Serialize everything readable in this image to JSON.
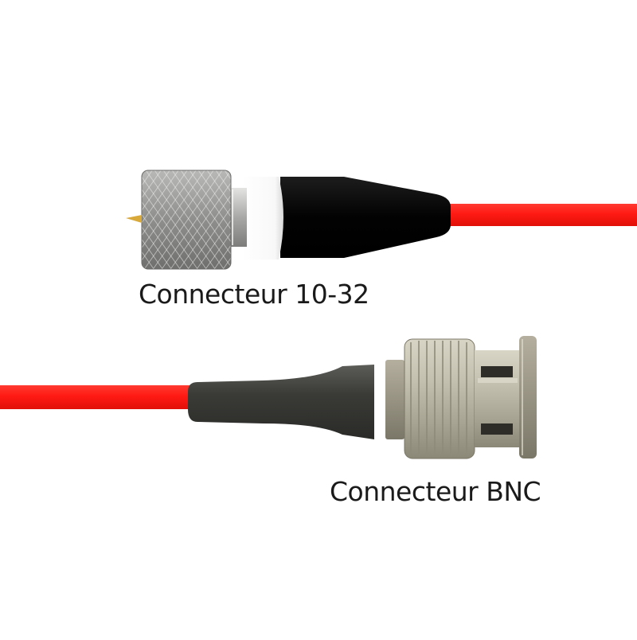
{
  "captions": {
    "connector_10_32": "Connecteur 10-32",
    "connector_bnc": "Connecteur BNC"
  },
  "colors": {
    "cable": "#ff1a14",
    "boot_black": "#050505",
    "boot_dark_gray": "#3c3d39",
    "metal": "#b9b4a4",
    "knurl": "#9a9a98",
    "sleeve_white": "#ffffff",
    "pin_gold": "#d9a93a"
  },
  "icons": {
    "top": "10-32-connector-illustration",
    "bottom": "bnc-connector-illustration"
  }
}
